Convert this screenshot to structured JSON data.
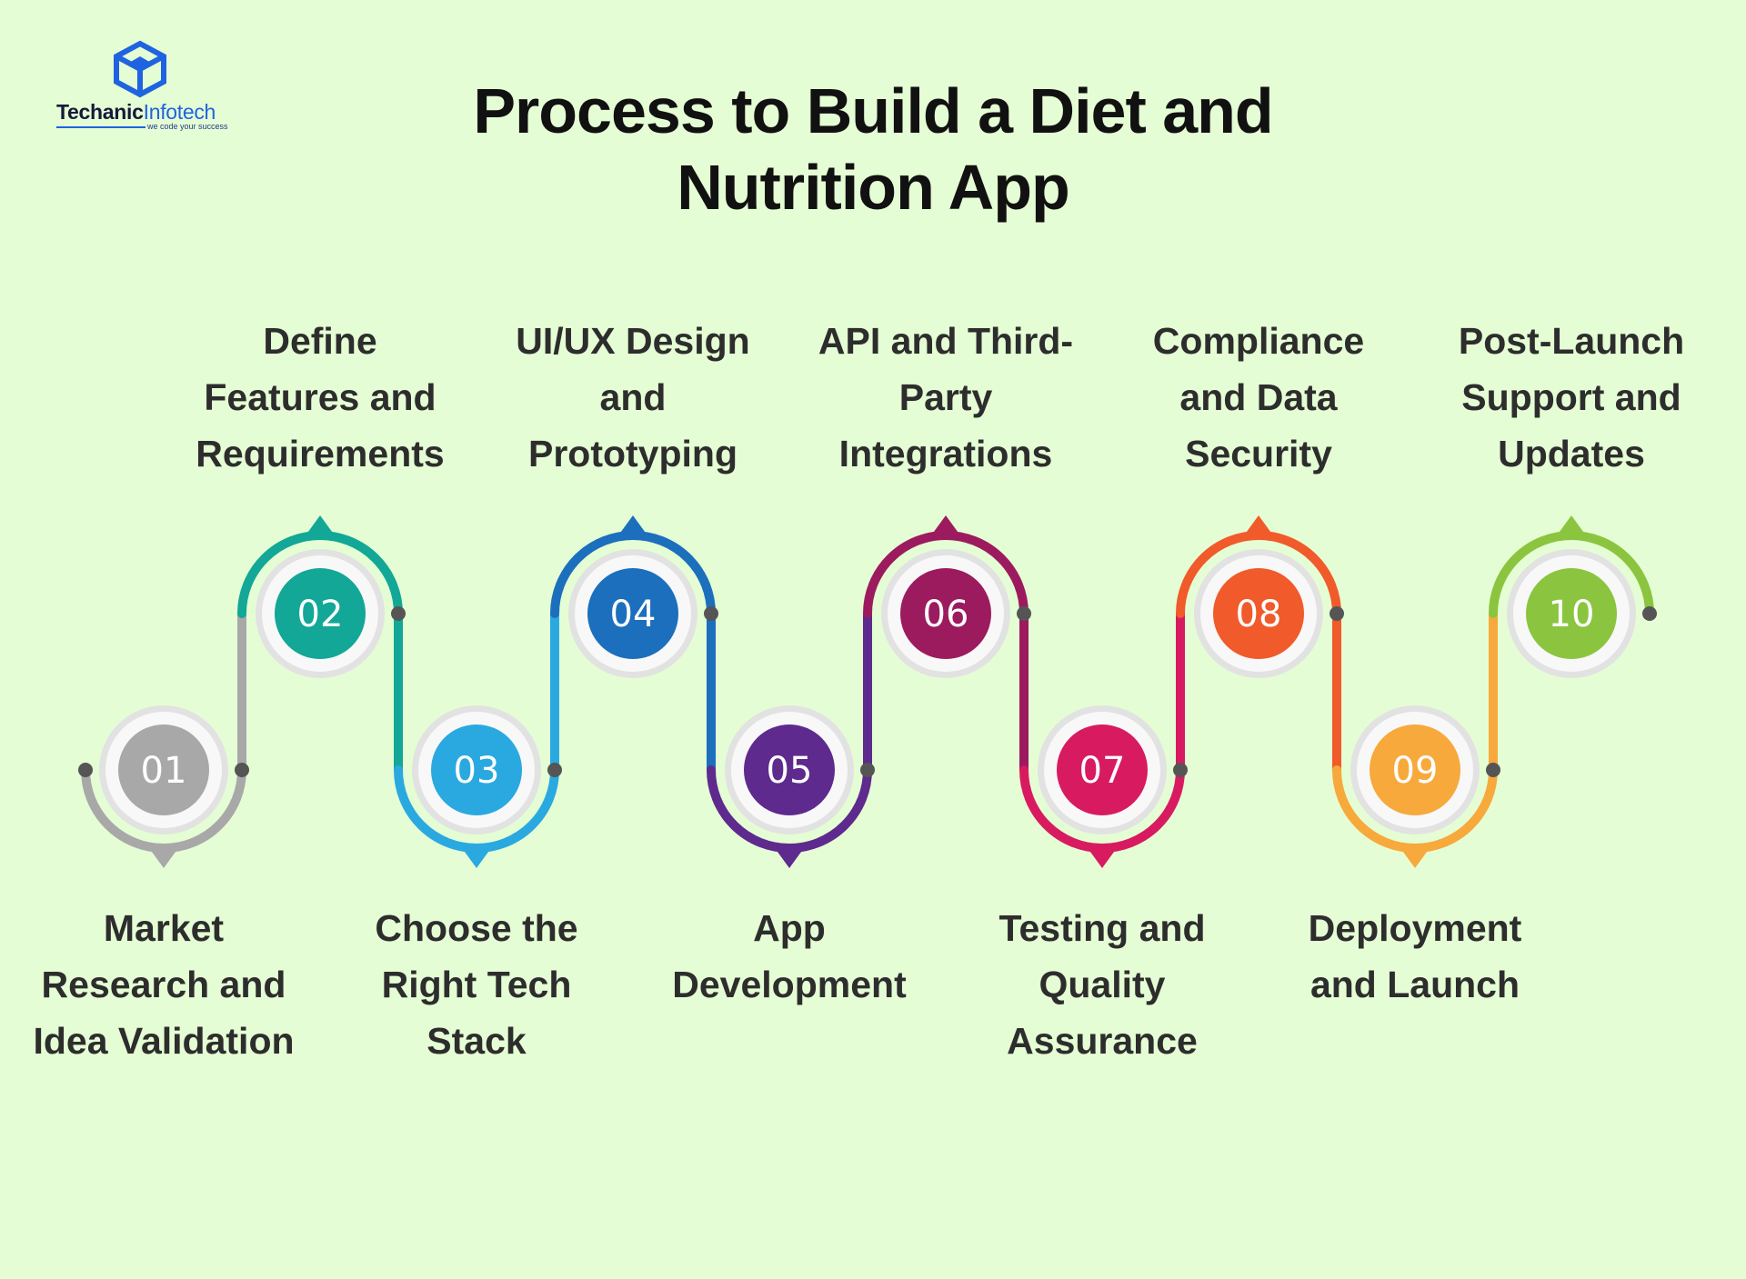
{
  "brand": {
    "name_part1": "Techanic",
    "name_part2": "Infotech",
    "tagline": "we code your success"
  },
  "title_line1": "Process to Build a Diet and",
  "title_line2": "Nutrition App",
  "steps": [
    {
      "num": "01",
      "label": "Market Research and Idea Validation",
      "color": "#a8a8a8",
      "position": "bottom"
    },
    {
      "num": "02",
      "label": "Define Features and Requirements",
      "color": "#12a797",
      "position": "top"
    },
    {
      "num": "03",
      "label": "Choose the Right Tech Stack",
      "color": "#2aa9e0",
      "position": "bottom"
    },
    {
      "num": "04",
      "label": "UI/UX Design and Prototyping",
      "color": "#1b6fbd",
      "position": "top"
    },
    {
      "num": "05",
      "label": "App Development",
      "color": "#5e2a8e",
      "position": "bottom"
    },
    {
      "num": "06",
      "label": "API and Third-Party Integrations",
      "color": "#9c1b5f",
      "position": "top"
    },
    {
      "num": "07",
      "label": "Testing and Quality Assurance",
      "color": "#d81b60",
      "position": "bottom"
    },
    {
      "num": "08",
      "label": "Compliance and Data Security",
      "color": "#f15a2a",
      "position": "top"
    },
    {
      "num": "09",
      "label": "Deployment and Launch",
      "color": "#f7a93b",
      "position": "bottom"
    },
    {
      "num": "10",
      "label": "Post-Launch Support and Updates",
      "color": "#8bc53f",
      "position": "top"
    }
  ],
  "colors": {
    "background": "#e5fdd4",
    "connector_dot": "#555555",
    "circle_outer": "#e2e2e2"
  }
}
